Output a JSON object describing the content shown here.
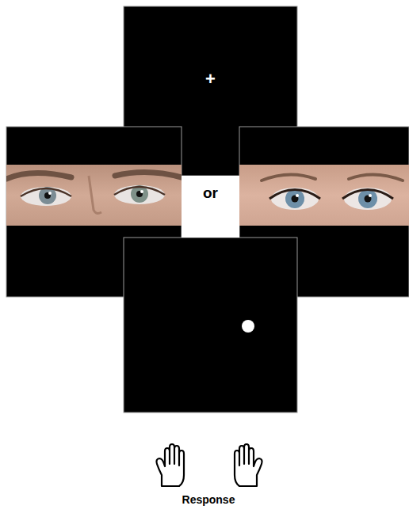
{
  "diagram": {
    "nodes": [
      {
        "text": [
          "+"
        ]
      },
      {
        "text": [
          "or"
        ]
      }
    ],
    "labels": [
      "Response"
    ]
  }
}
